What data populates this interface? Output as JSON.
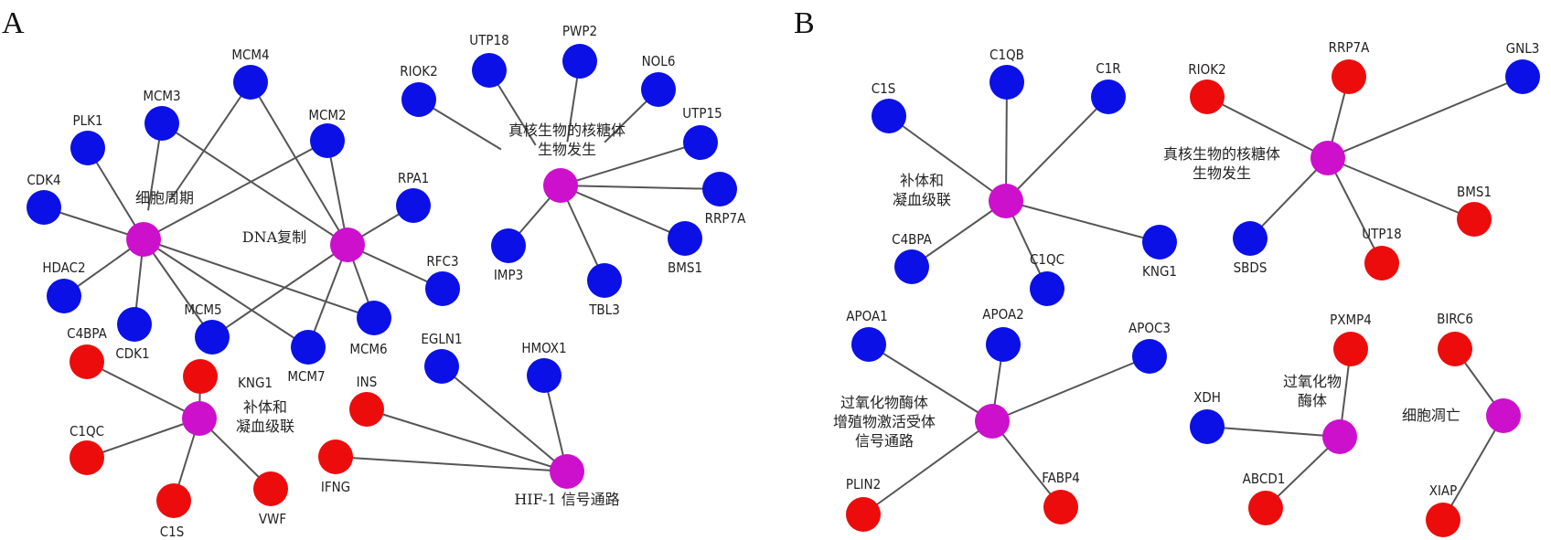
{
  "panels": [
    {
      "label": "A",
      "colors": {
        "term": "#cc10cc",
        "up": "#0a10e6",
        "down": "#ec0c0c"
      },
      "nodes": [
        {
          "id": "CC",
          "text": "细胞周期",
          "kind": "term"
        },
        {
          "id": "DNA",
          "text": "DNA复制",
          "kind": "term"
        },
        {
          "id": "RIBO",
          "text": "真核生物的核糖体\n生物发生",
          "kind": "term"
        },
        {
          "id": "COMP",
          "text": "补体和\n凝血级联",
          "kind": "term"
        },
        {
          "id": "HIF",
          "text": "HIF-1 信号通路",
          "kind": "term"
        },
        {
          "id": "MCM4",
          "text": "MCM4",
          "kind": "up"
        },
        {
          "id": "MCM3",
          "text": "MCM3",
          "kind": "up"
        },
        {
          "id": "MCM2",
          "text": "MCM2",
          "kind": "up"
        },
        {
          "id": "PLK1",
          "text": "PLK1",
          "kind": "up"
        },
        {
          "id": "CDK4",
          "text": "CDK4",
          "kind": "up"
        },
        {
          "id": "HDAC2",
          "text": "HDAC2",
          "kind": "up"
        },
        {
          "id": "CDK1",
          "text": "CDK1",
          "kind": "up"
        },
        {
          "id": "MCM5",
          "text": "MCM5",
          "kind": "up"
        },
        {
          "id": "MCM7",
          "text": "MCM7",
          "kind": "up"
        },
        {
          "id": "MCM6",
          "text": "MCM6",
          "kind": "up"
        },
        {
          "id": "RPA1",
          "text": "RPA1",
          "kind": "up"
        },
        {
          "id": "RFC3",
          "text": "RFC3",
          "kind": "up"
        },
        {
          "id": "RIOK2",
          "text": "RIOK2",
          "kind": "up"
        },
        {
          "id": "UTP18",
          "text": "UTP18",
          "kind": "up"
        },
        {
          "id": "PWP2",
          "text": "PWP2",
          "kind": "up"
        },
        {
          "id": "NOL6",
          "text": "NOL6",
          "kind": "up"
        },
        {
          "id": "UTP15",
          "text": "UTP15",
          "kind": "up"
        },
        {
          "id": "RRP7A",
          "text": "RRP7A",
          "kind": "up"
        },
        {
          "id": "BMS1",
          "text": "BMS1",
          "kind": "up"
        },
        {
          "id": "TBL3",
          "text": "TBL3",
          "kind": "up"
        },
        {
          "id": "IMP3",
          "text": "IMP3",
          "kind": "up"
        },
        {
          "id": "EGLN1",
          "text": "EGLN1",
          "kind": "up"
        },
        {
          "id": "HMOX1",
          "text": "HMOX1",
          "kind": "up"
        },
        {
          "id": "C4BPA",
          "text": "C4BPA",
          "kind": "down"
        },
        {
          "id": "KNG1",
          "text": "KNG1",
          "kind": "down"
        },
        {
          "id": "C1QC",
          "text": "C1QC",
          "kind": "down"
        },
        {
          "id": "C1S",
          "text": "C1S",
          "kind": "down"
        },
        {
          "id": "VWF",
          "text": "VWF",
          "kind": "down"
        },
        {
          "id": "INS",
          "text": "INS",
          "kind": "down"
        },
        {
          "id": "IFNG",
          "text": "IFNG",
          "kind": "down"
        }
      ],
      "edges": [
        [
          "CC",
          "MCM4"
        ],
        [
          "CC",
          "MCM3"
        ],
        [
          "CC",
          "MCM2"
        ],
        [
          "CC",
          "PLK1"
        ],
        [
          "CC",
          "CDK4"
        ],
        [
          "CC",
          "HDAC2"
        ],
        [
          "CC",
          "CDK1"
        ],
        [
          "CC",
          "MCM5"
        ],
        [
          "CC",
          "MCM7"
        ],
        [
          "CC",
          "MCM6"
        ],
        [
          "DNA",
          "MCM4"
        ],
        [
          "DNA",
          "MCM3"
        ],
        [
          "DNA",
          "MCM2"
        ],
        [
          "DNA",
          "MCM5"
        ],
        [
          "DNA",
          "MCM7"
        ],
        [
          "DNA",
          "MCM6"
        ],
        [
          "DNA",
          "RPA1"
        ],
        [
          "DNA",
          "RFC3"
        ],
        [
          "RIBO",
          "RIOK2"
        ],
        [
          "RIBO",
          "UTP18"
        ],
        [
          "RIBO",
          "PWP2"
        ],
        [
          "RIBO",
          "NOL6"
        ],
        [
          "RIBO",
          "UTP15"
        ],
        [
          "RIBO",
          "RRP7A"
        ],
        [
          "RIBO",
          "BMS1"
        ],
        [
          "RIBO",
          "TBL3"
        ],
        [
          "RIBO",
          "IMP3"
        ],
        [
          "COMP",
          "C1QC"
        ],
        [
          "COMP",
          "C4BPA"
        ],
        [
          "COMP",
          "KNG1"
        ],
        [
          "COMP",
          "C1S"
        ],
        [
          "COMP",
          "VWF"
        ],
        [
          "HIF",
          "EGLN1"
        ],
        [
          "HIF",
          "HMOX1"
        ],
        [
          "HIF",
          "INS"
        ],
        [
          "HIF",
          "IFNG"
        ]
      ]
    },
    {
      "label": "B",
      "colors": {
        "term": "#cc10cc",
        "up": "#0a10e6",
        "down": "#ec0c0c"
      },
      "nodes": [
        {
          "id": "COMP",
          "text": "补体和\n凝血级联",
          "kind": "term"
        },
        {
          "id": "RIBO",
          "text": "真核生物的核糖体\n生物发生",
          "kind": "term"
        },
        {
          "id": "PPAR",
          "text": "过氧化物酶体\n增殖物激活受体\n信号通路",
          "kind": "term"
        },
        {
          "id": "PEROX",
          "text": "过氧化物\n酶体",
          "kind": "term"
        },
        {
          "id": "APOP",
          "text": "细胞凋亡",
          "kind": "term"
        },
        {
          "id": "C1S",
          "text": "C1S",
          "kind": "up"
        },
        {
          "id": "C1QB",
          "text": "C1QB",
          "kind": "up"
        },
        {
          "id": "C1R",
          "text": "C1R",
          "kind": "up"
        },
        {
          "id": "C4BPA",
          "text": "C4BPA",
          "kind": "up"
        },
        {
          "id": "C1QC",
          "text": "C1QC",
          "kind": "up"
        },
        {
          "id": "KNG1",
          "text": "KNG1",
          "kind": "up"
        },
        {
          "id": "RIOK2",
          "text": "RIOK2",
          "kind": "down"
        },
        {
          "id": "RRP7A",
          "text": "RRP7A",
          "kind": "down"
        },
        {
          "id": "GNL3",
          "text": "GNL3",
          "kind": "up"
        },
        {
          "id": "BMS1",
          "text": "BMS1",
          "kind": "down"
        },
        {
          "id": "UTP18",
          "text": "UTP18",
          "kind": "down"
        },
        {
          "id": "SBDS",
          "text": "SBDS",
          "kind": "up"
        },
        {
          "id": "APOA1",
          "text": "APOA1",
          "kind": "up"
        },
        {
          "id": "APOA2",
          "text": "APOA2",
          "kind": "up"
        },
        {
          "id": "APOC3",
          "text": "APOC3",
          "kind": "up"
        },
        {
          "id": "PLIN2",
          "text": "PLIN2",
          "kind": "down"
        },
        {
          "id": "FABP4",
          "text": "FABP4",
          "kind": "down"
        },
        {
          "id": "PXMP4",
          "text": "PXMP4",
          "kind": "down"
        },
        {
          "id": "XDH",
          "text": "XDH",
          "kind": "up"
        },
        {
          "id": "ABCD1",
          "text": "ABCD1",
          "kind": "down"
        },
        {
          "id": "BIRC6",
          "text": "BIRC6",
          "kind": "down"
        },
        {
          "id": "XIAP",
          "text": "XIAP",
          "kind": "down"
        }
      ],
      "edges": [
        [
          "COMP",
          "C1S"
        ],
        [
          "COMP",
          "C1QB"
        ],
        [
          "COMP",
          "C1R"
        ],
        [
          "COMP",
          "C4BPA"
        ],
        [
          "COMP",
          "C1QC"
        ],
        [
          "COMP",
          "KNG1"
        ],
        [
          "RIBO",
          "RIOK2"
        ],
        [
          "RIBO",
          "RRP7A"
        ],
        [
          "RIBO",
          "GNL3"
        ],
        [
          "RIBO",
          "BMS1"
        ],
        [
          "RIBO",
          "UTP18"
        ],
        [
          "RIBO",
          "SBDS"
        ],
        [
          "PPAR",
          "APOA1"
        ],
        [
          "PPAR",
          "APOA2"
        ],
        [
          "PPAR",
          "APOC3"
        ],
        [
          "PPAR",
          "PLIN2"
        ],
        [
          "PPAR",
          "FABP4"
        ],
        [
          "PEROX",
          "PXMP4"
        ],
        [
          "PEROX",
          "XDH"
        ],
        [
          "PEROX",
          "ABCD1"
        ],
        [
          "APOP",
          "BIRC6"
        ],
        [
          "APOP",
          "XIAP"
        ]
      ]
    }
  ]
}
